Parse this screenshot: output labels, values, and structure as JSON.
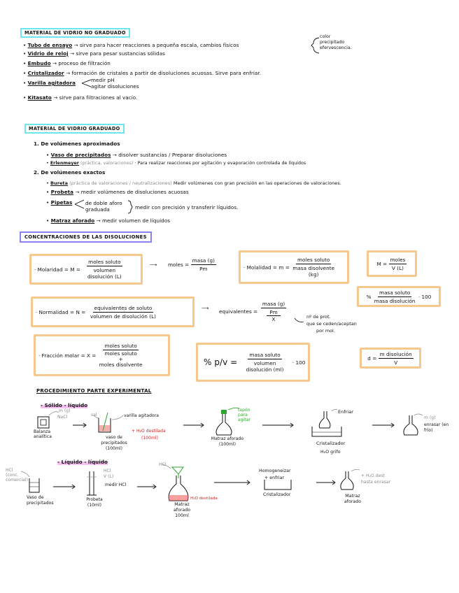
{
  "s1": {
    "title": "MATERIAL DE VIDRIO NO GRADUADO",
    "items": [
      {
        "label": "Tubo de ensayo",
        "text": "→ sirve para hacer reacciones a pequeña escala, cambios físicos"
      },
      {
        "label": "Vidrio de reloj",
        "text": "→ sirve para pesar sustancias sólidas"
      },
      {
        "label": "Embudo",
        "text": "→ proceso de filtración"
      },
      {
        "label": "Cristalizador",
        "text": "→ formación de cristales a partir de disoluciones acuosas. Sirve para enfriar."
      },
      {
        "label": "Varilla agitadora",
        "text": ""
      },
      {
        "label": "Kitasato",
        "text": "→ sirve para filtraciones al vacío."
      }
    ],
    "tubo_branch": [
      "color",
      "precipitado",
      "efervescencia."
    ],
    "varilla_branch": [
      "medir pH",
      "agitar disoluciones"
    ]
  },
  "s2": {
    "title": "MATERIAL DE VIDRIO GRADUADO",
    "g1": "1. De volúmenes aproximados",
    "g1_items": [
      {
        "label": "Vaso de precipitados",
        "text": "→ disolver sustancias / Preparar disoluciones"
      },
      {
        "label": "Erlenmeyer",
        "paren": "(práctica, valoraciones)",
        "text": "· Para realizar reacciones por agitación y evaporación controlada de líquidos"
      }
    ],
    "g2": "2. De volúmenes exactos",
    "g2_items": [
      {
        "label": "Bureta",
        "paren": "(práctica de valoraciones / neutralizaciones)",
        "text": "Medir volúmenes con gran precisión en las operaciones de valoraciones."
      },
      {
        "label": "Probeta",
        "text": "→ medir volúmenes de disoluciones acuosas"
      },
      {
        "label": "Pipetas",
        "text": ""
      },
      {
        "label": "Matraz aforado",
        "text": "→ medir volumen de líquidos"
      }
    ],
    "pipeta_branch": [
      "de doble aforo",
      "graduada"
    ],
    "pipeta_text": "medir con precisión y transferir líquidos."
  },
  "s3": {
    "title": "CONCENTRACIONES DE LAS DISOLUCIONES",
    "molaridad": {
      "lhs": "· Molaridad = M =",
      "num": "moles soluto",
      "den": "volumen disolución (L)"
    },
    "moles": {
      "lhs": "moles =",
      "num": "masa (g)",
      "den": "Pm"
    },
    "molalidad": {
      "lhs": "· Molalidad = m =",
      "num": "moles soluto",
      "den": "masa disolvente (kg)"
    },
    "M_short": {
      "lhs": "M =",
      "num": "moles",
      "den": "V (L)"
    },
    "percent_mass": {
      "lhs": "%",
      "num": "masa soluto",
      "den": "masa disolución",
      "rhs": "· 100"
    },
    "normalidad": {
      "lhs": "· Normalidad = N =",
      "num": "equivalentes de soluto",
      "den": "volumen de disolución (L)"
    },
    "equivalentes": {
      "lhs": "equivalentes =",
      "num": "masa (g)",
      "mid": "Pm",
      "den": "X"
    },
    "x_note": [
      "nº de prot.",
      "que se ceden/aceptan",
      "por mol."
    ],
    "fraccion": {
      "lhs": "· Fracción molar = X =",
      "num": "moles soluto",
      "den1": "moles soluto",
      "plus": "+",
      "den2": "moles disolvente"
    },
    "pv": {
      "lhs": "% p/v =",
      "num": "masa soluto",
      "den": "volumen disolución (ml)",
      "rhs": "· 100"
    },
    "density": {
      "lhs": "d =",
      "num": "m disolución",
      "den": "V"
    }
  },
  "s4": {
    "title": "PROCEDIMIENTO PARTE EXPERIMENTAL",
    "sub1": "- Sólido - líquido",
    "sub2": "- Líquido - líquido",
    "labels": {
      "balanza": "Balanza analítica",
      "mg": "m (g)",
      "nacl": "NaCl",
      "sal": "sal",
      "varilla": "varilla agitadora",
      "h2o_red": "+ H₂O destilada",
      "h2o_red2": "(100ml)",
      "vaso": "vaso de precipitados (100ml)",
      "tapon": "tapón para agitar",
      "matraz": "Matraz aforado (100ml)",
      "enfriar": "Enfriar",
      "cristalizador": "Cristalizador",
      "h2o_grifo": "H₂O grifo",
      "mg2": "m (g)",
      "enrasar": "enrasar (en frío)",
      "hcl_conc": "HCl (conc. comercial)",
      "vaso2": "Vaso de precipitados",
      "hcl_v": "HCl",
      "hcl_v2": "V (L)",
      "medir_hcl": "medir HCl",
      "probeta": "Probeta (10ml)",
      "hcl_top": "HCl",
      "h2o_dest2": "H₂O destilada",
      "matraz2": "Matraz aforado 100ml",
      "homogen": "Homogeneizar",
      "enfriar2": "+ enfriar",
      "cristalizador2": "Cristalizador",
      "h2o_dest3": "+ H₂O dest",
      "hasta_enrasar": "hasta enrasar",
      "matraz3": "Matraz aforado"
    }
  },
  "colors": {
    "cyan": "#6fe6ee",
    "purple": "#8a84f0",
    "orange": "#f6c88d",
    "red": "#d82020",
    "green": "#2fa531"
  }
}
